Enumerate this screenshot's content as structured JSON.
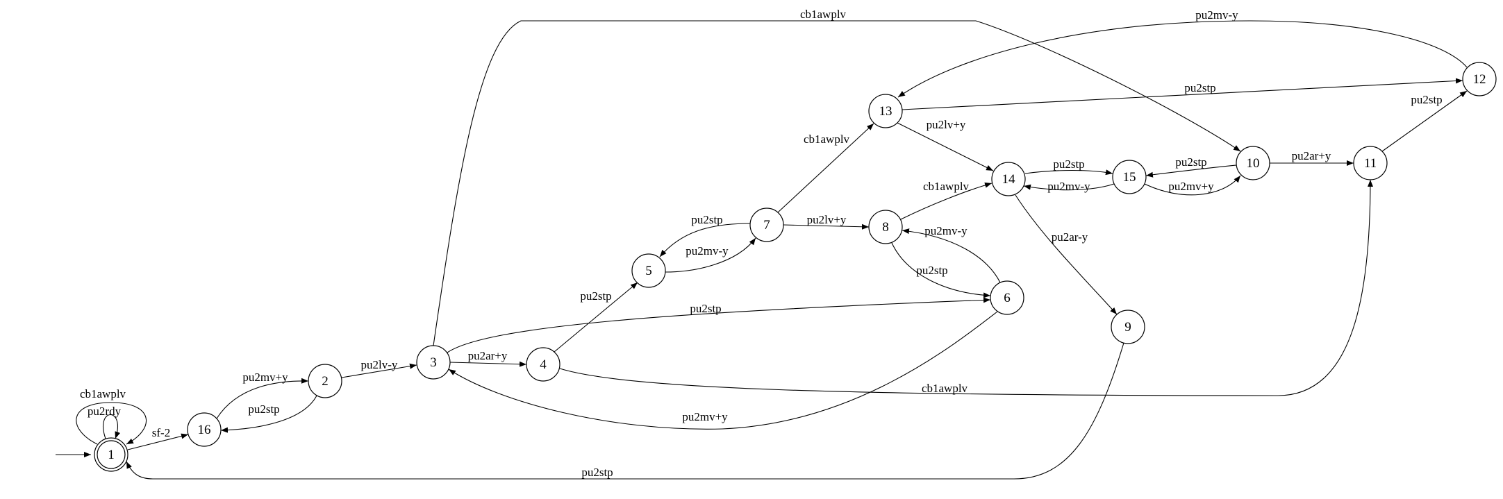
{
  "states": [
    {
      "id": "1",
      "label": "1",
      "accepting": true
    },
    {
      "id": "2",
      "label": "2"
    },
    {
      "id": "3",
      "label": "3"
    },
    {
      "id": "4",
      "label": "4"
    },
    {
      "id": "5",
      "label": "5"
    },
    {
      "id": "6",
      "label": "6"
    },
    {
      "id": "7",
      "label": "7"
    },
    {
      "id": "8",
      "label": "8"
    },
    {
      "id": "9",
      "label": "9"
    },
    {
      "id": "10",
      "label": "10"
    },
    {
      "id": "11",
      "label": "11"
    },
    {
      "id": "12",
      "label": "12"
    },
    {
      "id": "13",
      "label": "13"
    },
    {
      "id": "14",
      "label": "14"
    },
    {
      "id": "15",
      "label": "15"
    },
    {
      "id": "16",
      "label": "16"
    }
  ],
  "initial_state": "1",
  "transitions": [
    {
      "from": "1",
      "to": "1",
      "label": "pu2rdy"
    },
    {
      "from": "1",
      "to": "1",
      "label": "cb1awplv"
    },
    {
      "from": "1",
      "to": "16",
      "label": "sf-2"
    },
    {
      "from": "16",
      "to": "2",
      "label": "pu2mv+y"
    },
    {
      "from": "2",
      "to": "16",
      "label": "pu2stp"
    },
    {
      "from": "2",
      "to": "3",
      "label": "pu2lv-y"
    },
    {
      "from": "3",
      "to": "4",
      "label": "pu2ar+y"
    },
    {
      "from": "3",
      "to": "6",
      "label": "pu2stp"
    },
    {
      "from": "3",
      "to": "10",
      "label": "cb1awplv"
    },
    {
      "from": "4",
      "to": "5",
      "label": "pu2stp"
    },
    {
      "from": "4",
      "to": "11",
      "label": "cb1awplv"
    },
    {
      "from": "5",
      "to": "7",
      "label": "pu2mv-y"
    },
    {
      "from": "7",
      "to": "5",
      "label": "pu2stp"
    },
    {
      "from": "7",
      "to": "8",
      "label": "pu2lv+y"
    },
    {
      "from": "7",
      "to": "13",
      "label": "cb1awplv"
    },
    {
      "from": "8",
      "to": "6",
      "label": "pu2stp"
    },
    {
      "from": "6",
      "to": "8",
      "label": "pu2mv-y"
    },
    {
      "from": "6",
      "to": "3",
      "label": "pu2mv+y"
    },
    {
      "from": "8",
      "to": "14",
      "label": "cb1awplv"
    },
    {
      "from": "13",
      "to": "14",
      "label": "pu2lv+y"
    },
    {
      "from": "13",
      "to": "12",
      "label": "pu2stp"
    },
    {
      "from": "12",
      "to": "13",
      "label": "pu2mv-y"
    },
    {
      "from": "14",
      "to": "15",
      "label": "pu2stp"
    },
    {
      "from": "15",
      "to": "14",
      "label": "pu2mv-y"
    },
    {
      "from": "14",
      "to": "9",
      "label": "pu2ar-y"
    },
    {
      "from": "10",
      "to": "15",
      "label": "pu2stp"
    },
    {
      "from": "15",
      "to": "10",
      "label": "pu2mv+y"
    },
    {
      "from": "10",
      "to": "11",
      "label": "pu2ar+y"
    },
    {
      "from": "11",
      "to": "12",
      "label": "pu2stp"
    },
    {
      "from": "9",
      "to": "1",
      "label": "pu2stp"
    }
  ]
}
